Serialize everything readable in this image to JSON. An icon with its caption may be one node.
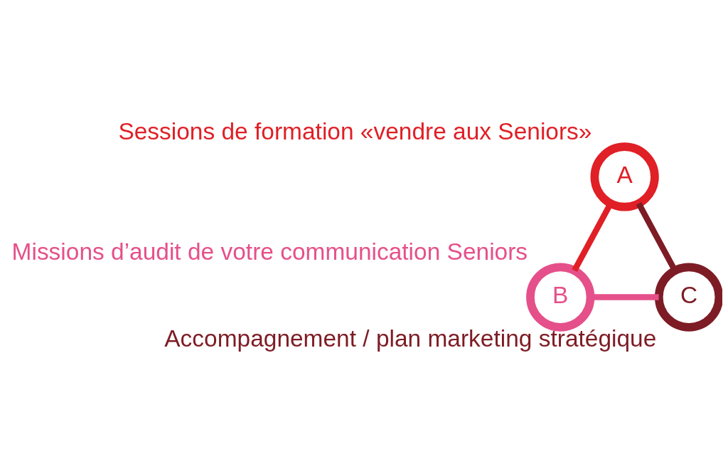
{
  "diagram": {
    "nodes": [
      {
        "text": [
          "A"
        ],
        "beside": [
          "Sessions de formation «vendre aux Seniors»"
        ]
      },
      {
        "text": [
          "B"
        ],
        "beside": [
          "Missions d’audit de votre communication Seniors"
        ]
      },
      {
        "text": [
          "C"
        ],
        "beside": [
          "Accompagnement / plan marketing stratégique"
        ]
      }
    ],
    "edges": [
      {
        "from": 0,
        "to": 1,
        "arrow": "none",
        "color": "#e01f26"
      },
      {
        "from": 0,
        "to": 2,
        "arrow": "none",
        "color": "#7d1c25"
      },
      {
        "from": 1,
        "to": 2,
        "arrow": "none",
        "color": "#e5508a"
      }
    ]
  }
}
